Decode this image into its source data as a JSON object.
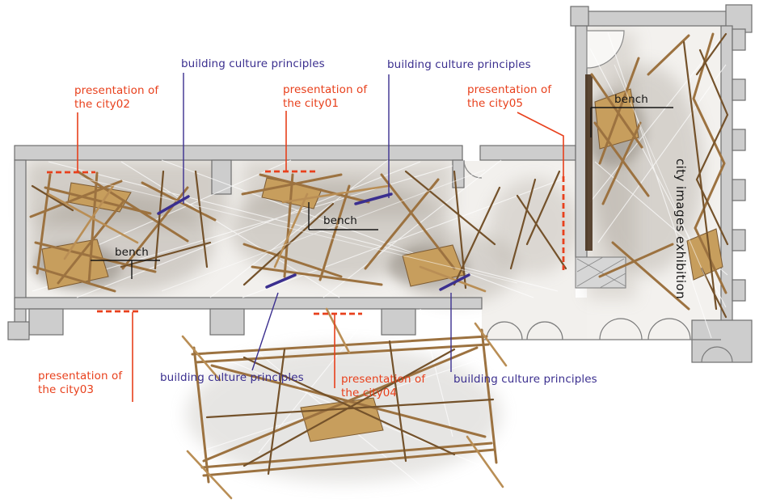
{
  "colors": {
    "presentation_red": "#e8401c",
    "principles_purple": "#3b2f8f",
    "annotation_black": "#151515",
    "wall_gray": "#cdcdcd",
    "wood_brown": "#9c7240"
  },
  "annotations": {
    "principles": {
      "top_left": "building culture principles",
      "top_right": "building culture principles",
      "bottom_left": "building culture principles",
      "bottom_right": "building culture principles"
    },
    "presentations": {
      "city01": "presentation of the city01",
      "city02": "presentation of the city02",
      "city03": "presentation of the city03",
      "city04": "presentation of the city04",
      "city05": "presentation of the city05"
    },
    "benches": {
      "hall_left": "bench",
      "hall_center": "bench",
      "wing": "bench"
    },
    "exhibition": "city images exhibition"
  }
}
